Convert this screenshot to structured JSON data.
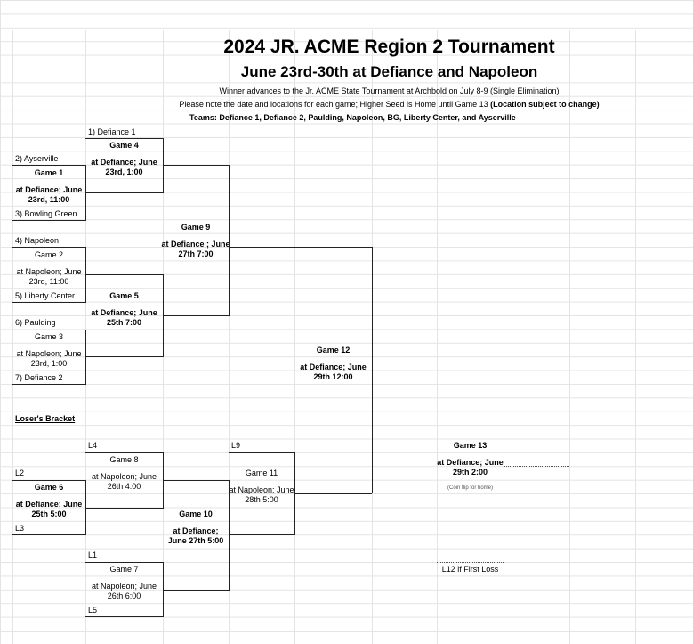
{
  "header": {
    "title": "2024 JR. ACME Region 2 Tournament",
    "subtitle": "June 23rd-30th at Defiance and Napoleon",
    "note_winner": "Winner advances to the Jr. ACME State Tournament at Archbold on July 8-9 (Single Elimination)",
    "note_seed_plain": "Please note the date and locations for each game; Higher Seed is Home until Game 13 ",
    "note_seed_bold": "(Location subject to change)",
    "teams": "Teams: Defiance 1, Defiance 2, Paulding, Napoleon, BG, Liberty Center, and Ayserville"
  },
  "bracket": {
    "seeds": [
      "1) Defiance 1",
      "2) Ayserville",
      "3) Bowling Green",
      "4) Napoleon",
      "5) Liberty Center",
      "6) Paulding",
      "7) Defiance 2"
    ]
  },
  "games": {
    "g1": {
      "name": "Game 1",
      "info": "at Defiance; June 23rd, 11:00"
    },
    "g2": {
      "name": "Game 2",
      "info": "at Napoleon; June 23rd, 11:00"
    },
    "g3": {
      "name": "Game 3",
      "info": "at Napoleon; June 23rd, 1:00"
    },
    "g4": {
      "name": "Game 4",
      "info": "at Defiance; June 23rd, 1:00"
    },
    "g5": {
      "name": "Game 5",
      "info": "at Defiance; June 25th 7:00"
    },
    "g6": {
      "name": "Game 6",
      "info": "at Defiance: June 25th 5:00"
    },
    "g7": {
      "name": "Game 7",
      "info": "at Napoleon; June 26th 6:00"
    },
    "g8": {
      "name": "Game 8",
      "info": "at Napoleon; June 26th 4:00"
    },
    "g9": {
      "name": "Game 9",
      "info": "at Defiance ; June 27th 7:00"
    },
    "g10": {
      "name": "Game 10",
      "info": "at Defiance; June 27th 5:00"
    },
    "g11": {
      "name": "Game 11",
      "info": "at Napoleon; June 28th 5:00"
    },
    "g12": {
      "name": "Game 12",
      "info": "at Defiance; June 29th 12:00"
    },
    "g13": {
      "name": "Game 13",
      "info": "at Defiance; June 29th 2:00",
      "note": "(Coin flip for home)",
      "if_loss": "L12 if First Loss"
    }
  },
  "losers": {
    "title": "Loser's Bracket",
    "slots": {
      "l1": "L1",
      "l2": "L2",
      "l3": "L3",
      "l4": "L4",
      "l5": "L5",
      "l9": "L9"
    }
  }
}
